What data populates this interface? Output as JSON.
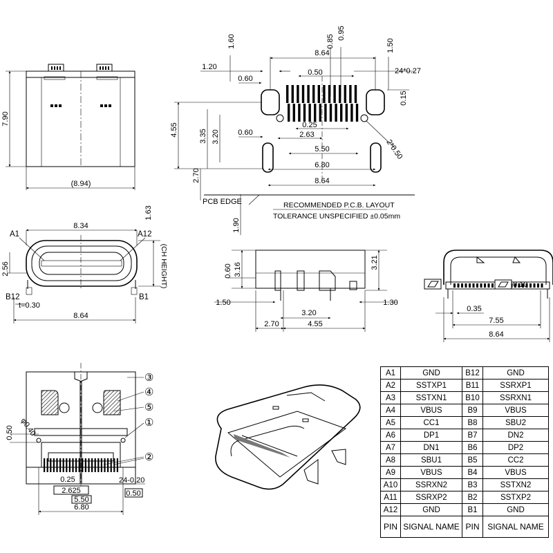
{
  "front_view": {
    "d_790": "7.90",
    "d_894": "(8.94)"
  },
  "footprint": {
    "d_160": "1.60",
    "d_095": "0.95",
    "d_085": "0.85",
    "d_150": "1.50",
    "d_864_top": "8.64",
    "d_120": "1.20",
    "d_050": "0.50",
    "d_24x027": "24*0.27",
    "d_060_top": "0.60",
    "d_015": "0.15",
    "d_455": "4.55",
    "d_335": "3.35",
    "d_320": "3.20",
    "d_025": "0.25",
    "d_263": "2.63",
    "d_060_mid": "0.60",
    "d_2x050": "2*0.50",
    "d_550": "5.50",
    "d_680": "6.80",
    "d_270": "2.70",
    "d_864_bottom": "8.64",
    "d_190": "1.90",
    "pcb_edge": "PCB  EDGE",
    "note_line1": "RECOMMENDED  P.C.B. LAYOUT",
    "note_line2": "TOLERANCE UNSPECIFIED ±0.05mm"
  },
  "mating_view": {
    "d_834": "8.34",
    "a1": "A1",
    "a12": "A12",
    "d_163": "1.63",
    "d_256": "2.56",
    "ch_height": "(CH HEIGHT)",
    "b12": "B12",
    "b1": "B1",
    "t_030": "t=0.30",
    "d_864": "8.64"
  },
  "side_view": {
    "d_060": "0.60",
    "d_316": "3.16",
    "d_321": "3.21",
    "d_150": "1.50",
    "d_130": "1.30",
    "d_320": "3.20",
    "d_270": "2.70",
    "d_455": "4.55"
  },
  "rear_view": {
    "flatness": "0.10",
    "d_035": "0.35",
    "d_755": "7.55",
    "d_864": "8.64"
  },
  "bottom_view": {
    "d_phi040": "φ0.40",
    "d_050": "0.50",
    "d_025": "0.25",
    "d_2625": "2.625",
    "d_550": "5.50",
    "d_680": "6.80",
    "d_24x020": "24-0.20",
    "d_050_box": "0.50",
    "callouts": [
      "③",
      "④",
      "⑤",
      "①",
      "②"
    ]
  },
  "pin_table": {
    "rows": [
      [
        "A1",
        "GND",
        "B12",
        "GND"
      ],
      [
        "A2",
        "SSTXP1",
        "B11",
        "SSRXP1"
      ],
      [
        "A3",
        "SSTXN1",
        "B10",
        "SSRXN1"
      ],
      [
        "A4",
        "VBUS",
        "B9",
        "VBUS"
      ],
      [
        "A5",
        "CC1",
        "B8",
        "SBU2"
      ],
      [
        "A6",
        "DP1",
        "B7",
        "DN2"
      ],
      [
        "A7",
        "DN1",
        "B6",
        "DP2"
      ],
      [
        "A8",
        "SBU1",
        "B5",
        "CC2"
      ],
      [
        "A9",
        "VBUS",
        "B4",
        "VBUS"
      ],
      [
        "A10",
        "SSRXN2",
        "B3",
        "SSTXN2"
      ],
      [
        "A11",
        "SSRXP2",
        "B2",
        "SSTXP2"
      ],
      [
        "A12",
        "GND",
        "B1",
        "GND"
      ]
    ],
    "header": [
      "PIN",
      "SIGNAL NAME",
      "PIN",
      "SIGNAL NAME"
    ]
  }
}
